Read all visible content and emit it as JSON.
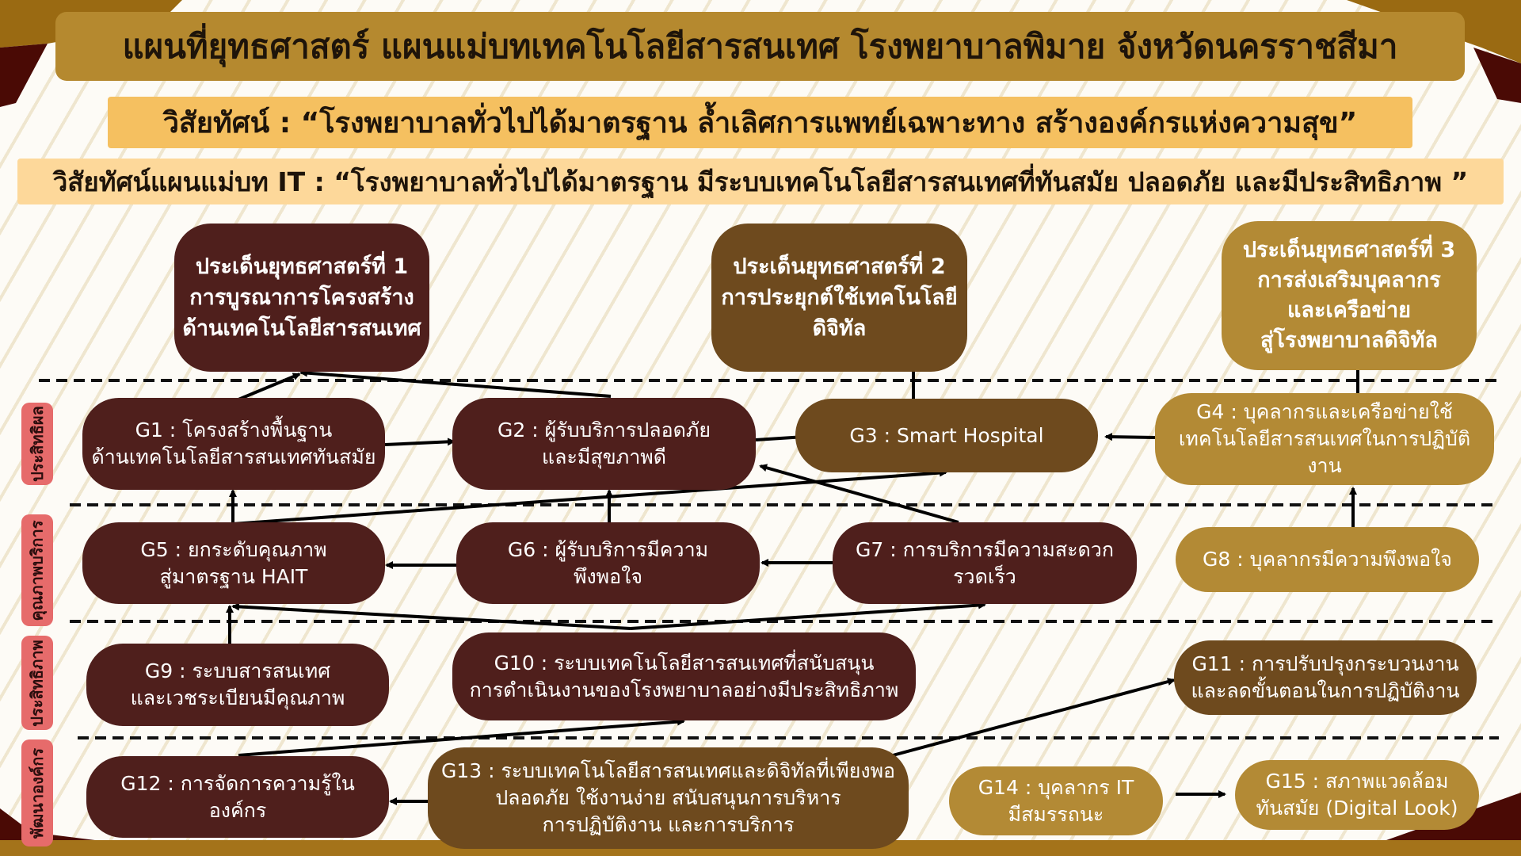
{
  "title": "แผนที่ยุทธศาสตร์ แผนแม่บทเทคโนโลยีสารสนเทศ โรงพยาบาลพิมาย จังหวัดนครราชสีมา",
  "vision": "วิสัยทัศน์ : “โรงพยาบาลทั่วไปได้มาตรฐาน  ล้ำเลิศการแพทย์เฉพาะทาง สร้างองค์กรแห่งความสุข”",
  "it_vision": "วิสัยทัศน์แผนแม่บท IT : “โรงพยาบาลทั่วไปได้มาตรฐาน มีระบบเทคโนโลยีสารสนเทศที่ทันสมัย ปลอดภัย และมีประสิทธิภาพ ”",
  "strategies": [
    {
      "lines": [
        "ประเด็นยุทธศาสตร์ที่ 1",
        "การบูรณาการโครงสร้าง",
        "ด้านเทคโนโลยีสารสนเทศ"
      ]
    },
    {
      "lines": [
        "ประเด็นยุทธศาสตร์ที่ 2",
        "การประยุกต์ใช้เทคโนโลยี",
        "ดิจิทัล"
      ]
    },
    {
      "lines": [
        "ประเด็นยุทธศาสตร์ที่ 3",
        "การส่งเสริมบุคลากร",
        "และเครือข่าย",
        "สู่โรงพยาบาลดิจิทัล"
      ]
    }
  ],
  "perspectives": [
    "ประสิทธิผล",
    "คุณภาพบริการ",
    "ประสิทธิภาพ",
    "พัฒนาองค์กร"
  ],
  "goals": {
    "g1": [
      "G1 : โครงสร้างพื้นฐาน",
      "ด้านเทคโนโลยีสารสนเทศทันสมัย"
    ],
    "g2": [
      "G2 : ผู้รับบริการปลอดภัย",
      "และมีสุขภาพดี"
    ],
    "g3": [
      "G3 : Smart Hospital"
    ],
    "g4": [
      "G4 : บุคลากรและเครือข่ายใช้",
      "เทคโนโลยีสารสนเทศในการปฏิบัติงาน"
    ],
    "g5": [
      "G5 : ยกระดับคุณภาพ",
      "สู่มาตรฐาน HAIT"
    ],
    "g6": [
      "G6 : ผู้รับบริการมีความ",
      "พึงพอใจ"
    ],
    "g7": [
      "G7 : การบริการมีความสะดวก",
      "รวดเร็ว"
    ],
    "g8": [
      "G8 : บุคลากรมีความพึงพอใจ"
    ],
    "g9": [
      "G9 :  ระบบสารสนเทศ",
      "และเวชระเบียนมีคุณภาพ"
    ],
    "g10": [
      "G10 : ระบบเทคโนโลยีสารสนเทศที่สนับสนุน",
      "การดำเนินงานของโรงพยาบาลอย่างมีประสิทธิภาพ"
    ],
    "g11": [
      "G11 : การปรับปรุงกระบวนงาน",
      "และลดขั้นตอนในการปฏิบัติงาน"
    ],
    "g12": [
      "G12 : การจัดการความรู้ในองค์กร"
    ],
    "g13": [
      "G13 : ระบบเทคโนโลยีสารสนเทศและดิจิทัลที่เพียงพอ",
      "ปลอดภัย ใช้งานง่าย สนับสนุนการบริหาร",
      "การปฏิบัติงาน และการบริการ"
    ],
    "g14": [
      "G14 : บุคลากร IT",
      "มีสมรรถนะ"
    ],
    "g15": [
      "G15 : สภาพแวดล้อม",
      "ทันสมัย (Digital Look)"
    ]
  },
  "colors": {
    "maroon": "#4f1f1c",
    "brown": "#6e4a1e",
    "gold": "#b38a35",
    "title_bg": "#b5892f",
    "vision_bg": "#f5c060",
    "it_vision_bg": "#fdd89a",
    "side_label": "#e66b6b"
  }
}
